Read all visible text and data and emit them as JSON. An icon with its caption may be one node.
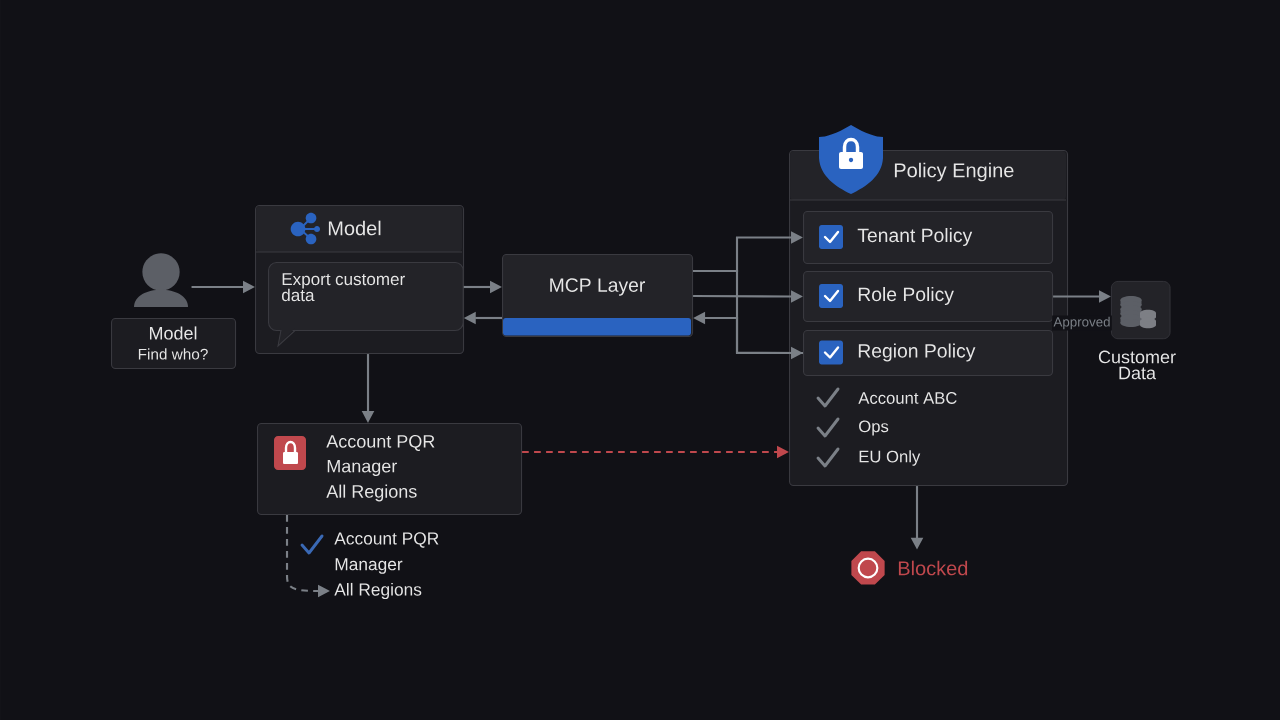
{
  "diagram": {
    "nodes": [
      {
        "text": [],
        "shape": "person"
      },
      {
        "text": [
          "Model",
          "Find who?"
        ]
      },
      {
        "text": [
          "Model"
        ]
      },
      {
        "text": [
          "Export customer data"
        ],
        "in": 2
      },
      {
        "text": [
          "MCP Layer"
        ]
      },
      {
        "text": [
          "Policy Engine"
        ]
      },
      {
        "text": [
          "Tenant Policy"
        ],
        "in": 5
      },
      {
        "text": [
          "Role Policy"
        ],
        "in": 5
      },
      {
        "text": [
          "Region Policy"
        ],
        "in": 5
      },
      {
        "text": [
          "Customer Data"
        ]
      },
      {
        "text": [
          "Account PQR",
          "Manager",
          "All Regions"
        ]
      },
      {
        "text": [
          "Account PQR",
          "Manager",
          "All Regions"
        ]
      },
      {
        "text": [
          "Blocked"
        ]
      }
    ],
    "edges": [
      {
        "from": 0,
        "to": 2,
        "arrow": "to"
      },
      {
        "from": 3,
        "to": 4,
        "arrow": "to"
      },
      {
        "from": 4,
        "to": 3,
        "arrow": "to"
      },
      {
        "from": 4,
        "to": 6,
        "arrow": "to"
      },
      {
        "from": 4,
        "to": 7,
        "arrow": "to"
      },
      {
        "from": 4,
        "to": 8,
        "arrow": "to"
      },
      {
        "from": 8,
        "to": 4,
        "arrow": "to"
      },
      {
        "from": 7,
        "to": 9,
        "arrow": "to",
        "label": "Approved"
      },
      {
        "from": 2,
        "to": 10,
        "arrow": "to"
      },
      {
        "from": 10,
        "to": 5,
        "arrow": "to",
        "style": "dashed",
        "color": "#c0484d"
      },
      {
        "from": 10,
        "to": 11,
        "arrow": "to",
        "style": "dashed"
      },
      {
        "from": 5,
        "to": 12,
        "arrow": "to"
      }
    ],
    "labels": [
      "Account ABC",
      "Ops",
      "EU Only"
    ]
  }
}
